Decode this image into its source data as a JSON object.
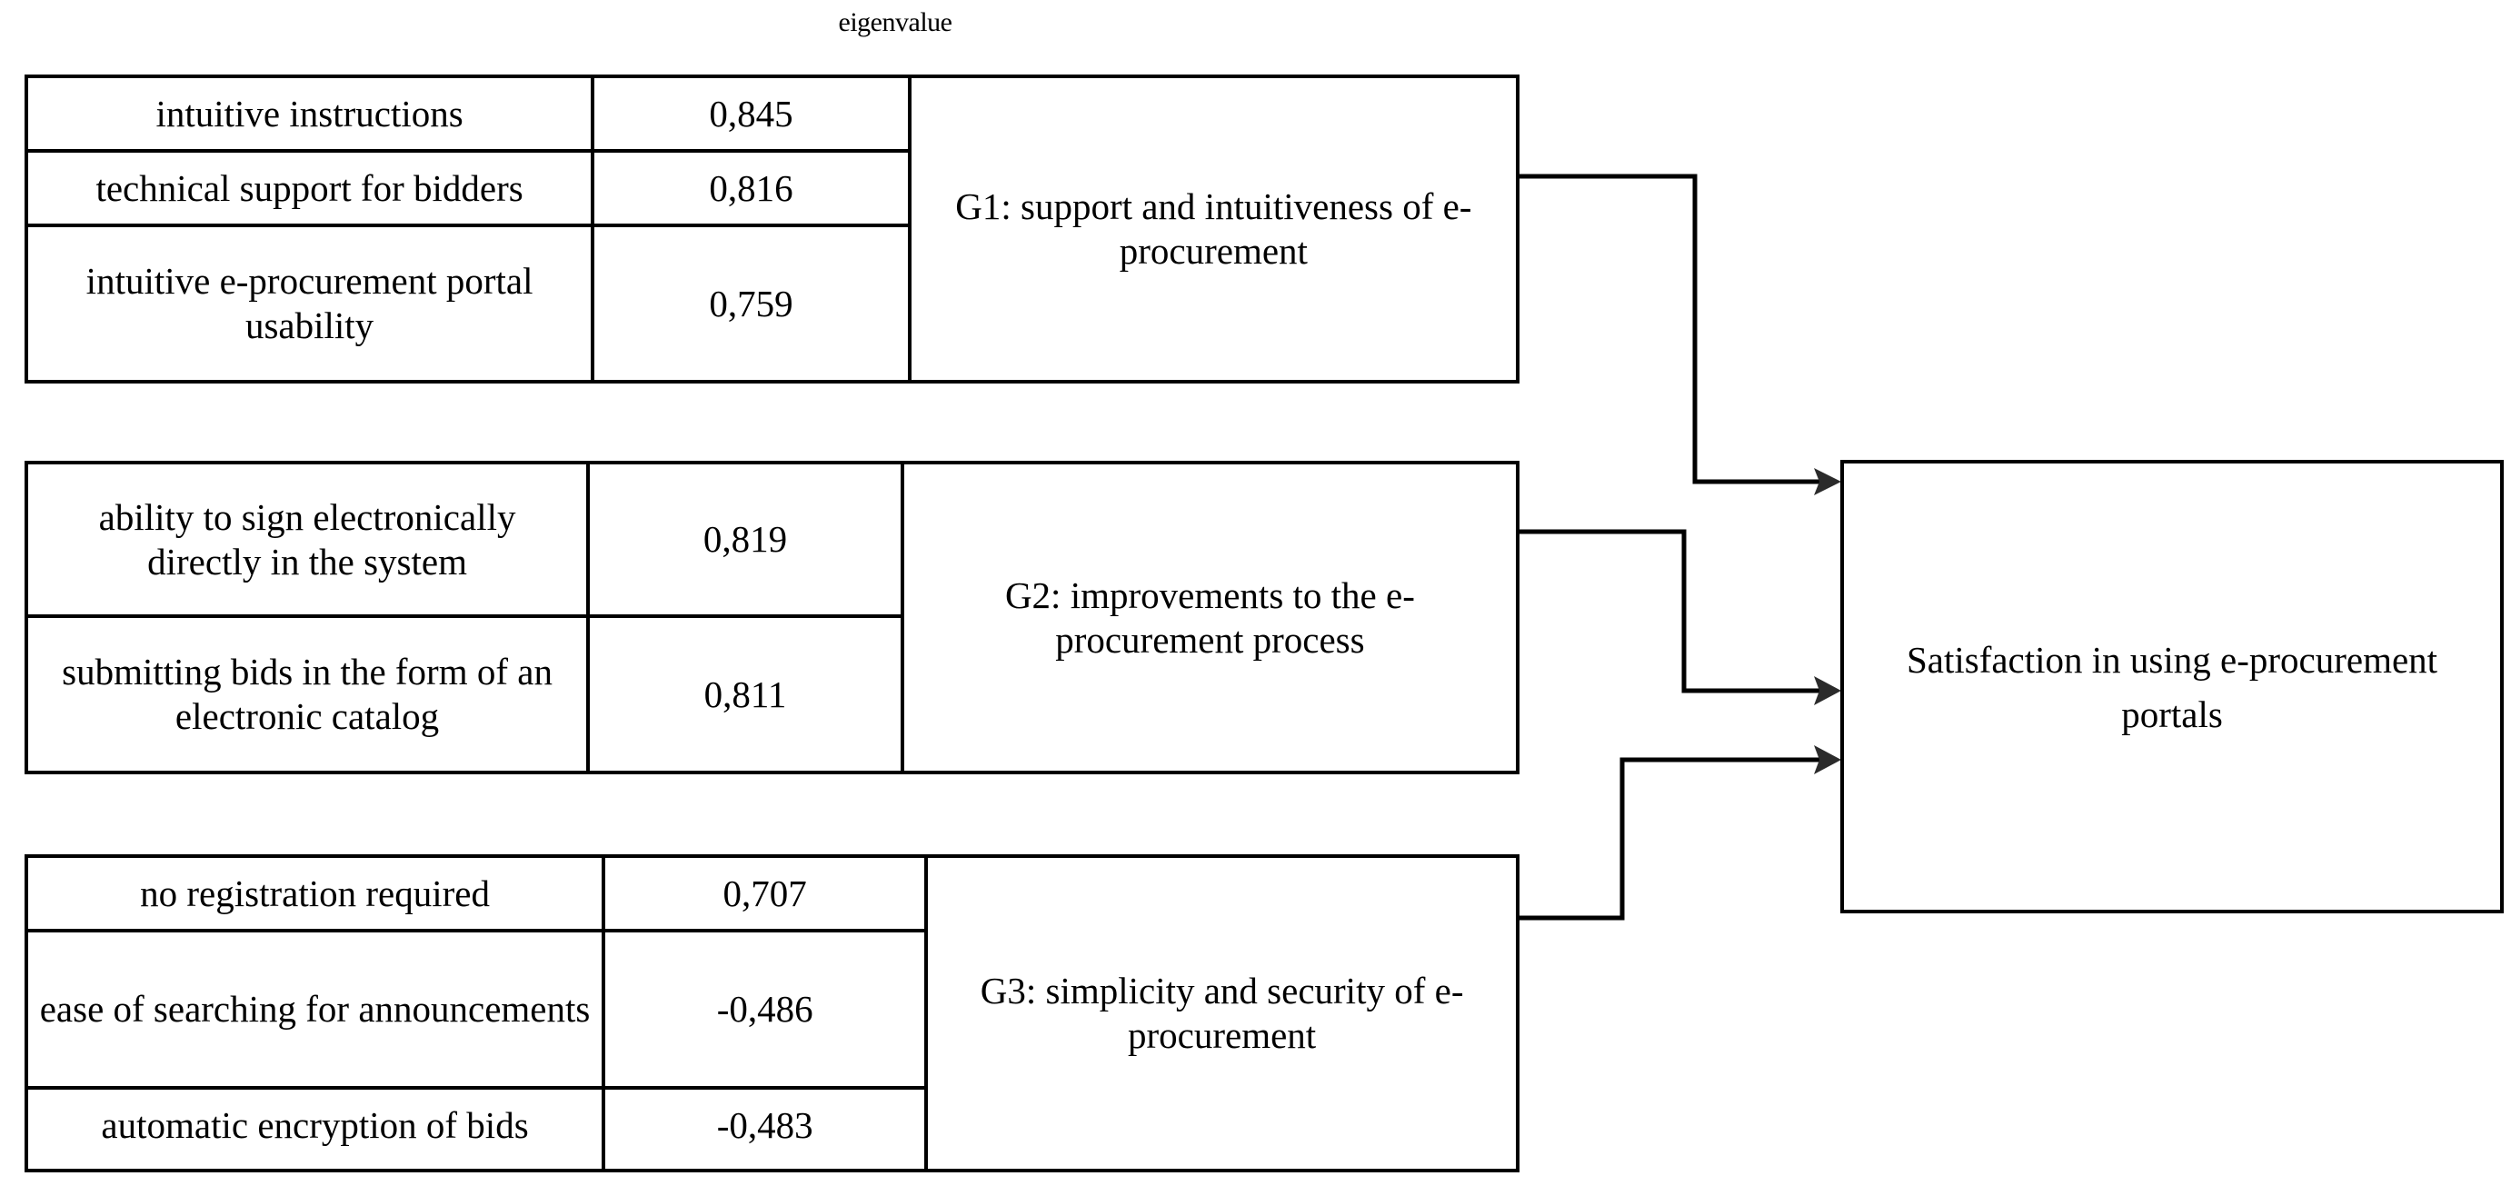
{
  "diagram": {
    "column_header": "eigenvalue",
    "groups": [
      {
        "id": "G1",
        "box_label": "G1: support and intuitiveness of e-procurement",
        "items": [
          {
            "label": "intuitive instructions",
            "eigenvalue": "0,845"
          },
          {
            "label": "technical support for bidders",
            "eigenvalue": "0,816"
          },
          {
            "label": "intuitive e-procurement portal usability",
            "eigenvalue": "0,759"
          }
        ]
      },
      {
        "id": "G2",
        "box_label": "G2: improvements to the e-procurement process",
        "items": [
          {
            "label": "ability to sign electronically directly in the system",
            "eigenvalue": "0,819"
          },
          {
            "label": "submitting bids in the form of an electronic catalog",
            "eigenvalue": "0,811"
          }
        ]
      },
      {
        "id": "G3",
        "box_label": "G3: simplicity and security of e-procurement",
        "items": [
          {
            "label": "no registration required",
            "eigenvalue": "0,707"
          },
          {
            "label": "ease of searching for announcements",
            "eigenvalue": "-0,486"
          },
          {
            "label": "automatic encryption of bids",
            "eigenvalue": "-0,483"
          }
        ]
      }
    ],
    "outcome": {
      "label": "Satisfaction in using e-procurement portals"
    },
    "colors": {
      "line": "#000000",
      "background": "#ffffff",
      "text": "#000000"
    }
  },
  "chart_data": {
    "type": "table",
    "title": "eigenvalue",
    "columns": [
      "factor",
      "eigenvalue",
      "group"
    ],
    "rows": [
      [
        "intuitive instructions",
        0.845,
        "G1: support and intuitiveness of e-procurement"
      ],
      [
        "technical support for bidders",
        0.816,
        "G1: support and intuitiveness of e-procurement"
      ],
      [
        "intuitive e-procurement portal usability",
        0.759,
        "G1: support and intuitiveness of e-procurement"
      ],
      [
        "ability to sign electronically directly in the system",
        0.819,
        "G2: improvements to the e-procurement process"
      ],
      [
        "submitting bids in the form of an electronic catalog",
        0.811,
        "G2: improvements to the e-procurement process"
      ],
      [
        "no registration required",
        0.707,
        "G3: simplicity and security of e-procurement"
      ],
      [
        "ease of searching for announcements",
        -0.486,
        "G3: simplicity and security of e-procurement"
      ],
      [
        "automatic encryption of bids",
        -0.483,
        "G3: simplicity and security of e-procurement"
      ]
    ],
    "target": "Satisfaction in using e-procurement portals",
    "edges": [
      [
        "G1: support and intuitiveness of e-procurement",
        "Satisfaction in using e-procurement portals"
      ],
      [
        "G2: improvements to the e-procurement process",
        "Satisfaction in using e-procurement portals"
      ],
      [
        "G3: simplicity and security of e-procurement",
        "Satisfaction in using e-procurement portals"
      ]
    ]
  }
}
